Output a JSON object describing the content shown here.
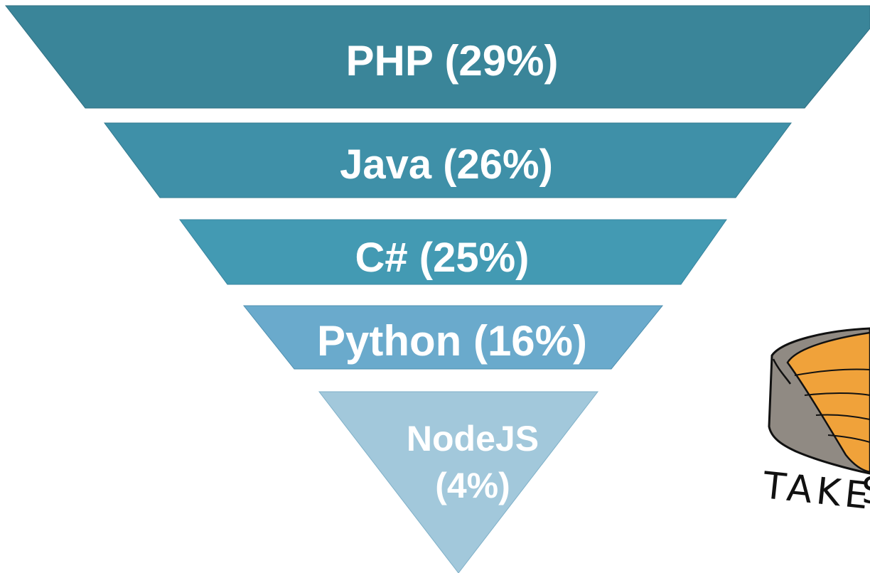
{
  "funnel": {
    "tiers": [
      {
        "label": "PHP (29%)",
        "color": "#3a8599"
      },
      {
        "label": "Java (26%)",
        "color": "#3f90a8"
      },
      {
        "label": "C# (25%)",
        "color": "#439ab3"
      },
      {
        "label": "Python (16%)",
        "color": "#6aaacc"
      },
      {
        "label_lines": [
          "NodeJS",
          "(4%)"
        ],
        "color": "#a2c8db"
      }
    ]
  },
  "logo": {
    "text": "TAKE",
    "colors": {
      "shell": "#908a83",
      "fruit": "#f0a23a",
      "outline": "#111111"
    }
  }
}
